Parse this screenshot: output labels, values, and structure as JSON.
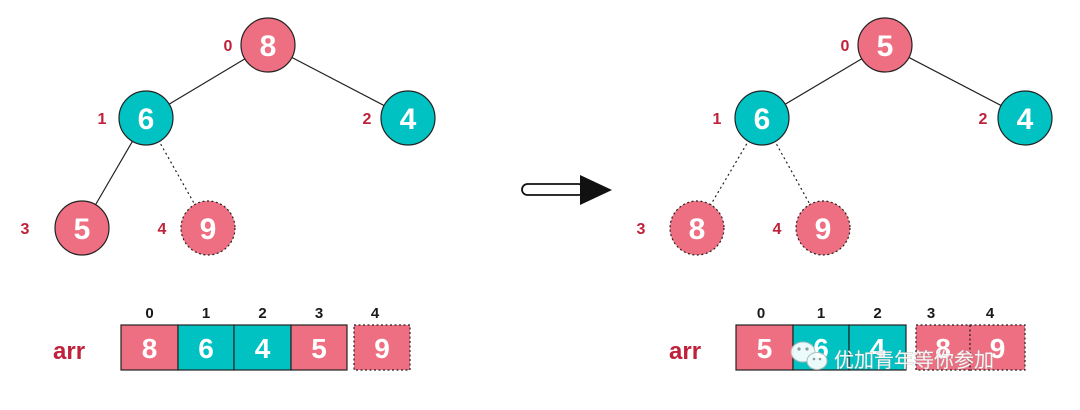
{
  "colors": {
    "pink": "#ef6f82",
    "teal": "#00c2c2",
    "index_red": "#c0213a",
    "outline": "#222222"
  },
  "left": {
    "nodes": [
      {
        "index": "0",
        "value": "8",
        "color": "pink",
        "style": "solid"
      },
      {
        "index": "1",
        "value": "6",
        "color": "teal",
        "style": "solid"
      },
      {
        "index": "2",
        "value": "4",
        "color": "teal",
        "style": "solid"
      },
      {
        "index": "3",
        "value": "5",
        "color": "pink",
        "style": "solid"
      },
      {
        "index": "4",
        "value": "9",
        "color": "pink",
        "style": "dashed"
      }
    ],
    "array_label": "arr",
    "array": [
      {
        "index": "0",
        "value": "8",
        "color": "pink",
        "style": "solid"
      },
      {
        "index": "1",
        "value": "6",
        "color": "teal",
        "style": "solid"
      },
      {
        "index": "2",
        "value": "4",
        "color": "teal",
        "style": "solid"
      },
      {
        "index": "3",
        "value": "5",
        "color": "pink",
        "style": "solid"
      },
      {
        "index": "4",
        "value": "9",
        "color": "pink",
        "style": "dashed"
      }
    ]
  },
  "arrow_icon": "right-arrow-icon",
  "right": {
    "nodes": [
      {
        "index": "0",
        "value": "5",
        "color": "pink",
        "style": "solid"
      },
      {
        "index": "1",
        "value": "6",
        "color": "teal",
        "style": "solid"
      },
      {
        "index": "2",
        "value": "4",
        "color": "teal",
        "style": "solid"
      },
      {
        "index": "3",
        "value": "8",
        "color": "pink",
        "style": "dashed"
      },
      {
        "index": "4",
        "value": "9",
        "color": "pink",
        "style": "dashed"
      }
    ],
    "array_label": "arr",
    "array": [
      {
        "index": "0",
        "value": "5",
        "color": "pink",
        "style": "solid"
      },
      {
        "index": "1",
        "value": "6",
        "color": "teal",
        "style": "solid"
      },
      {
        "index": "2",
        "value": "4",
        "color": "teal",
        "style": "solid"
      },
      {
        "index": "3",
        "value": "8",
        "color": "pink",
        "style": "dashed"
      },
      {
        "index": "4",
        "value": "9",
        "color": "pink",
        "style": "dashed"
      }
    ]
  },
  "watermark": {
    "text": "优加青年等你参加",
    "icon": "wechat-icon"
  }
}
